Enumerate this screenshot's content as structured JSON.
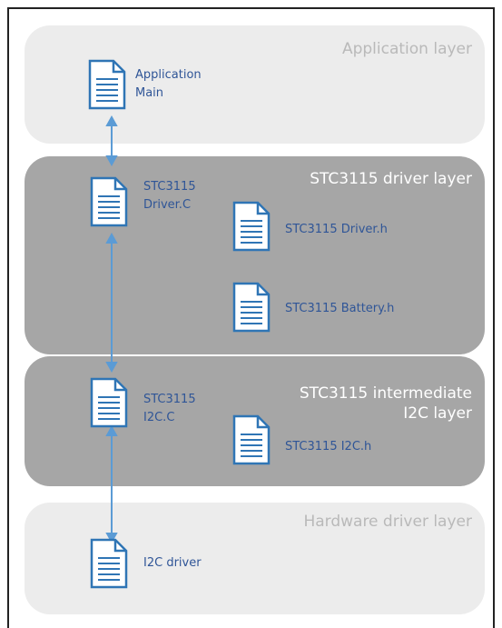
{
  "layers": [
    {
      "title": "Application layer"
    },
    {
      "title": "STC3115 driver layer"
    },
    {
      "title": "STC3115 intermediate I2C layer"
    },
    {
      "title": "Hardware driver layer"
    }
  ],
  "documents": {
    "app_main": "Application Main",
    "driver_c": "STC3115 Driver.C",
    "driver_h": "STC3115 Driver.h",
    "battery_h": "STC3115 Battery.h",
    "i2c_c": "STC3115 I2C.C",
    "i2c_h": "STC3115 I2C.h",
    "i2c_driver": "I2C driver"
  },
  "icons": {
    "document": "document-icon",
    "arrow": "double-arrow-icon"
  },
  "colors": {
    "light_layer": "#ececec",
    "dark_layer": "#a6a6a6",
    "icon_stroke": "#2f75b5",
    "arrow": "#5b9bd5",
    "label": "#2f5597",
    "light_title": "#b9b9b9",
    "dark_title": "#ffffff"
  }
}
